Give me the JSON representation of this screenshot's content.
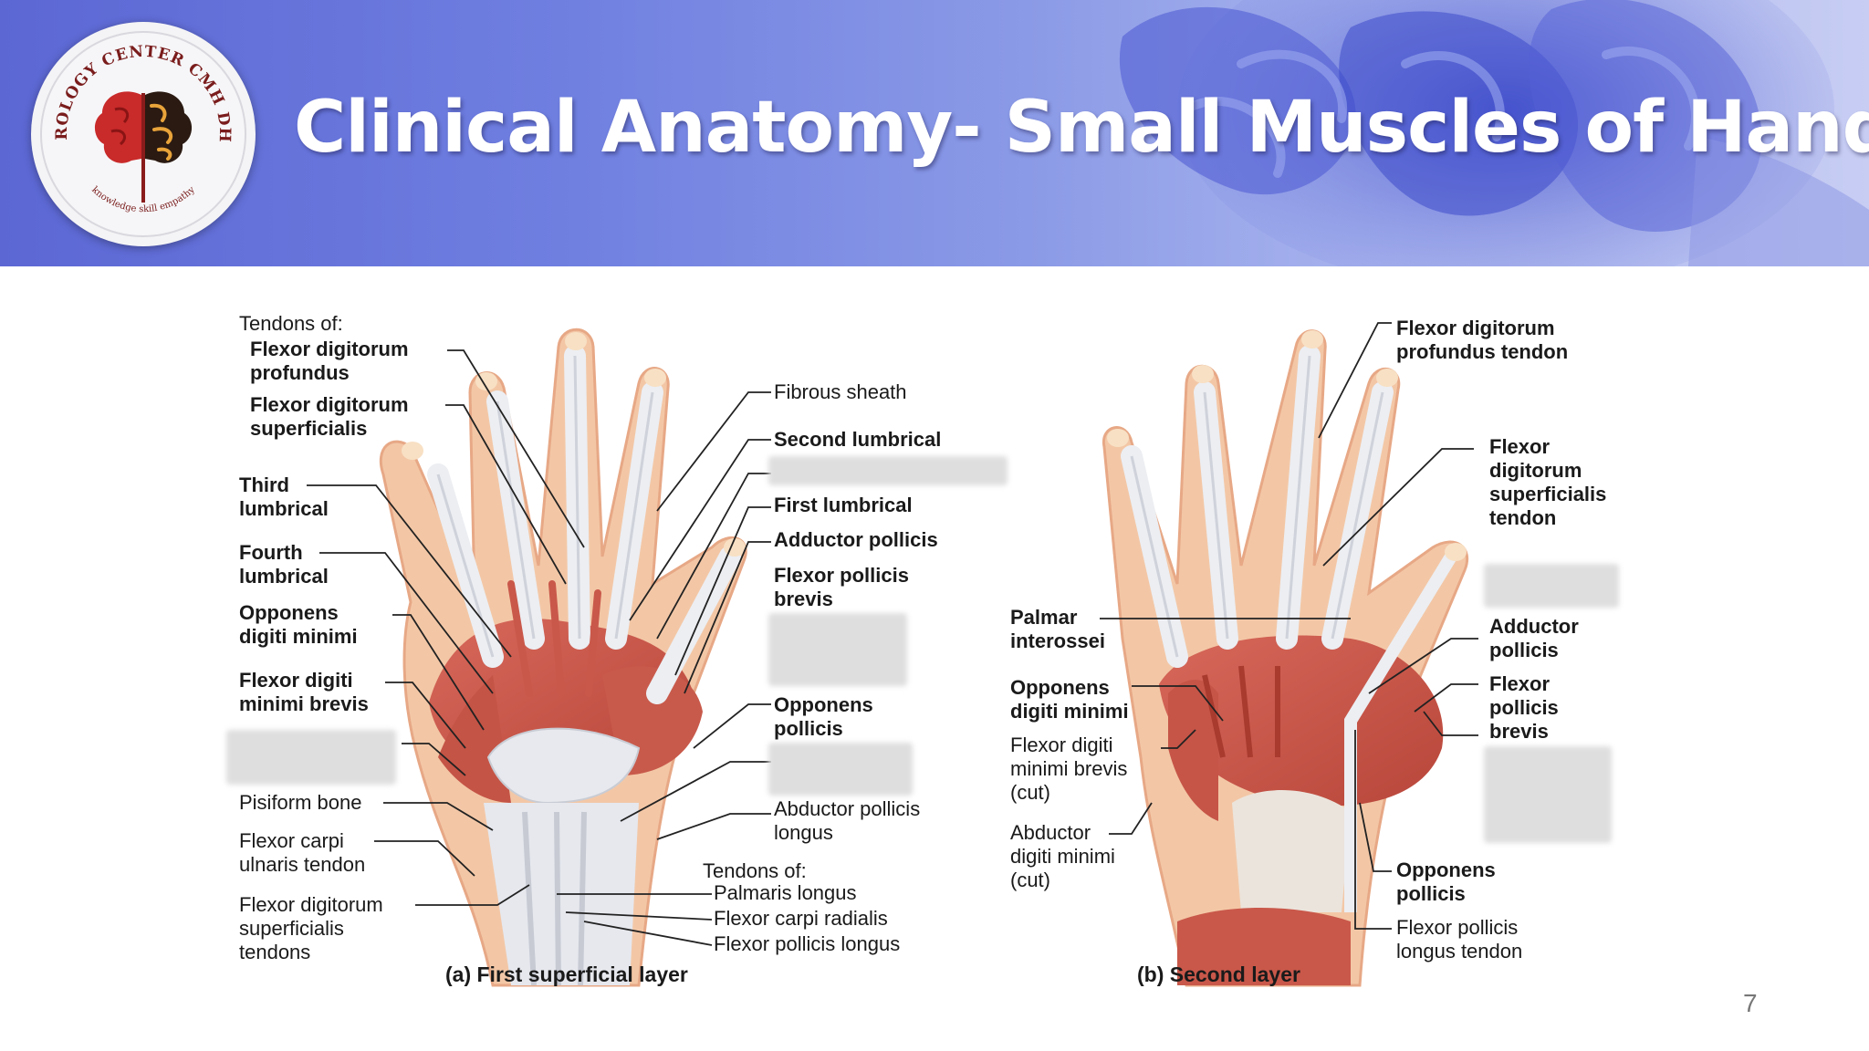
{
  "slide": {
    "title": "Clinical Anatomy- Small Muscles of Hand",
    "page_number": "7"
  },
  "logo": {
    "ring_text": "NEUROLOGY CENTER CMH DHAKA",
    "motto": "knowledge skill empathy",
    "colors": {
      "left_brain": "#c92a2a",
      "right_brain": "#e8a33a",
      "ring": "#8a1c1c"
    }
  },
  "figure_a": {
    "caption": "(a) First superficial layer",
    "left_labels": {
      "tendons_of": "Tendons of:",
      "fdp_1": "Flexor digitorum",
      "fdp_2": "profundus",
      "fds_1": "Flexor digitorum",
      "fds_2": "superficialis",
      "third_1": "Third",
      "third_2": "lumbrical",
      "fourth_1": "Fourth",
      "fourth_2": "lumbrical",
      "odm_1": "Opponens",
      "odm_2": "digiti minimi",
      "fdmb_1": "Flexor digiti",
      "fdmb_2": "minimi brevis",
      "pisiform": "Pisiform bone",
      "fcu_1": "Flexor carpi",
      "fcu_2": "ulnaris tendon",
      "fdst_1": "Flexor digitorum",
      "fdst_2": "superficialis",
      "fdst_3": "tendons"
    },
    "right_labels": {
      "fibrous": "Fibrous sheath",
      "second_lumbrical": "Second lumbrical",
      "first_lumbrical": "First lumbrical",
      "adductor": "Adductor pollicis",
      "fpb_1": "Flexor pollicis",
      "fpb_2": "brevis",
      "op_1": "Opponens",
      "op_2": "pollicis",
      "apl_1": "Abductor pollicis",
      "apl_2": "longus",
      "tendons_of": "Tendons of:",
      "palmaris": "Palmaris longus",
      "fcr": "Flexor carpi radialis",
      "fpl": "Flexor pollicis longus"
    }
  },
  "figure_b": {
    "caption": "(b) Second layer",
    "left_labels": {
      "pi_1": "Palmar",
      "pi_2": "interossei",
      "odm_1": "Opponens",
      "odm_2": "digiti minimi",
      "fdmb_1": "Flexor digiti",
      "fdmb_2": "minimi brevis",
      "fdmb_3": "(cut)",
      "adm_1": "Abductor",
      "adm_2": "digiti minimi",
      "adm_3": "(cut)"
    },
    "right_labels": {
      "fdpt_1": "Flexor digitorum",
      "fdpt_2": "profundus tendon",
      "fdst_1": "Flexor",
      "fdst_2": "digitorum",
      "fdst_3": "superficialis",
      "fdst_4": "tendon",
      "ap_1": "Adductor",
      "ap_2": "pollicis",
      "fpb_1": "Flexor",
      "fpb_2": "pollicis",
      "fpb_3": "brevis",
      "op_1": "Opponens",
      "op_2": "pollicis",
      "fplt_1": "Flexor pollicis",
      "fplt_2": "longus tendon"
    }
  },
  "colors": {
    "muscle": "#c9584a",
    "tendon": "#e9ebf0",
    "skin": "#f2c6a4",
    "header_start": "#5c67d4",
    "header_end": "#c7cdf3"
  }
}
